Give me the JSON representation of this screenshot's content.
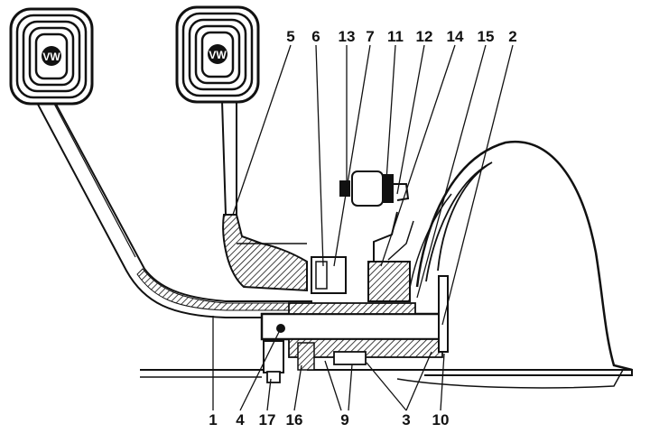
{
  "diagram": {
    "colors": {
      "ink": "#111111",
      "paper": "#ffffff"
    },
    "pedal_badges": [
      "VW",
      "VW"
    ],
    "labels": {
      "n1": "1",
      "n2": "2",
      "n3": "3",
      "n4": "4",
      "n5": "5",
      "n6": "6",
      "n7": "7",
      "n9": "9",
      "n10": "10",
      "n11": "11",
      "n12": "12",
      "n13": "13",
      "n14": "14",
      "n15": "15",
      "n16": "16",
      "n17": "17"
    }
  }
}
